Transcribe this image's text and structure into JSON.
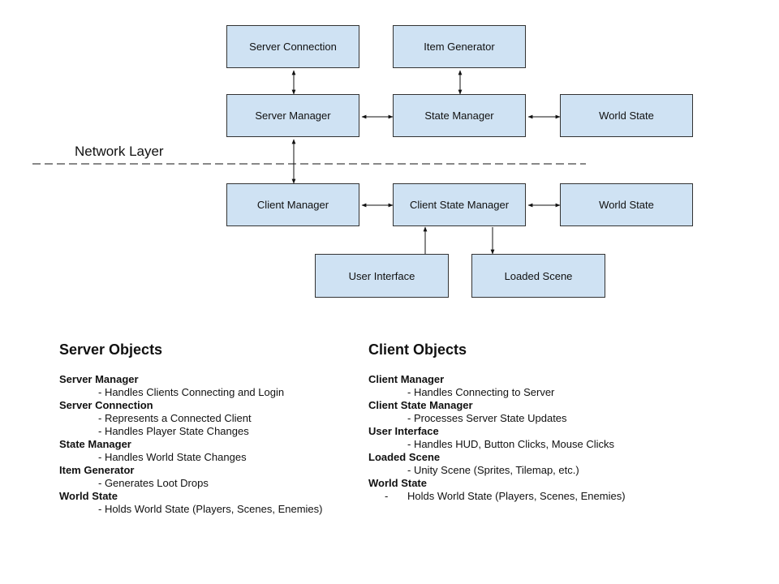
{
  "network_layer_label": "Network Layer",
  "boxes": {
    "server_connection": "Server Connection",
    "item_generator": "Item Generator",
    "server_manager": "Server Manager",
    "state_manager": "State Manager",
    "world_state_server": "World State",
    "client_manager": "Client Manager",
    "client_state_manager": "Client State Manager",
    "world_state_client": "World State",
    "user_interface": "User Interface",
    "loaded_scene": "Loaded Scene"
  },
  "server_objects": {
    "heading": "Server Objects",
    "items": [
      {
        "title": "Server Manager",
        "lines": [
          "- Handles Clients Connecting and Login"
        ]
      },
      {
        "title": "Server Connection",
        "lines": [
          "- Represents a Connected Client",
          "- Handles Player State Changes"
        ]
      },
      {
        "title": "State Manager",
        "lines": [
          "- Handles World State Changes"
        ]
      },
      {
        "title": "Item Generator",
        "lines": [
          "- Generates Loot Drops"
        ]
      },
      {
        "title": "World State",
        "lines": [
          "- Holds World State (Players, Scenes, Enemies)"
        ]
      }
    ]
  },
  "client_objects": {
    "heading": "Client Objects",
    "items": [
      {
        "title": "Client Manager",
        "lines": [
          "- Handles Connecting to Server"
        ]
      },
      {
        "title": "Client State Manager",
        "lines": [
          "- Processes Server State Updates"
        ]
      },
      {
        "title": "User Interface",
        "lines": [
          "- Handles HUD, Button Clicks, Mouse Clicks"
        ]
      },
      {
        "title": "Loaded Scene",
        "lines": [
          "- Unity Scene (Sprites, Tilemap, etc.)"
        ]
      },
      {
        "title": "World State",
        "bullet": "-",
        "lines": [
          "Holds World State (Players, Scenes, Enemies)"
        ]
      }
    ]
  }
}
